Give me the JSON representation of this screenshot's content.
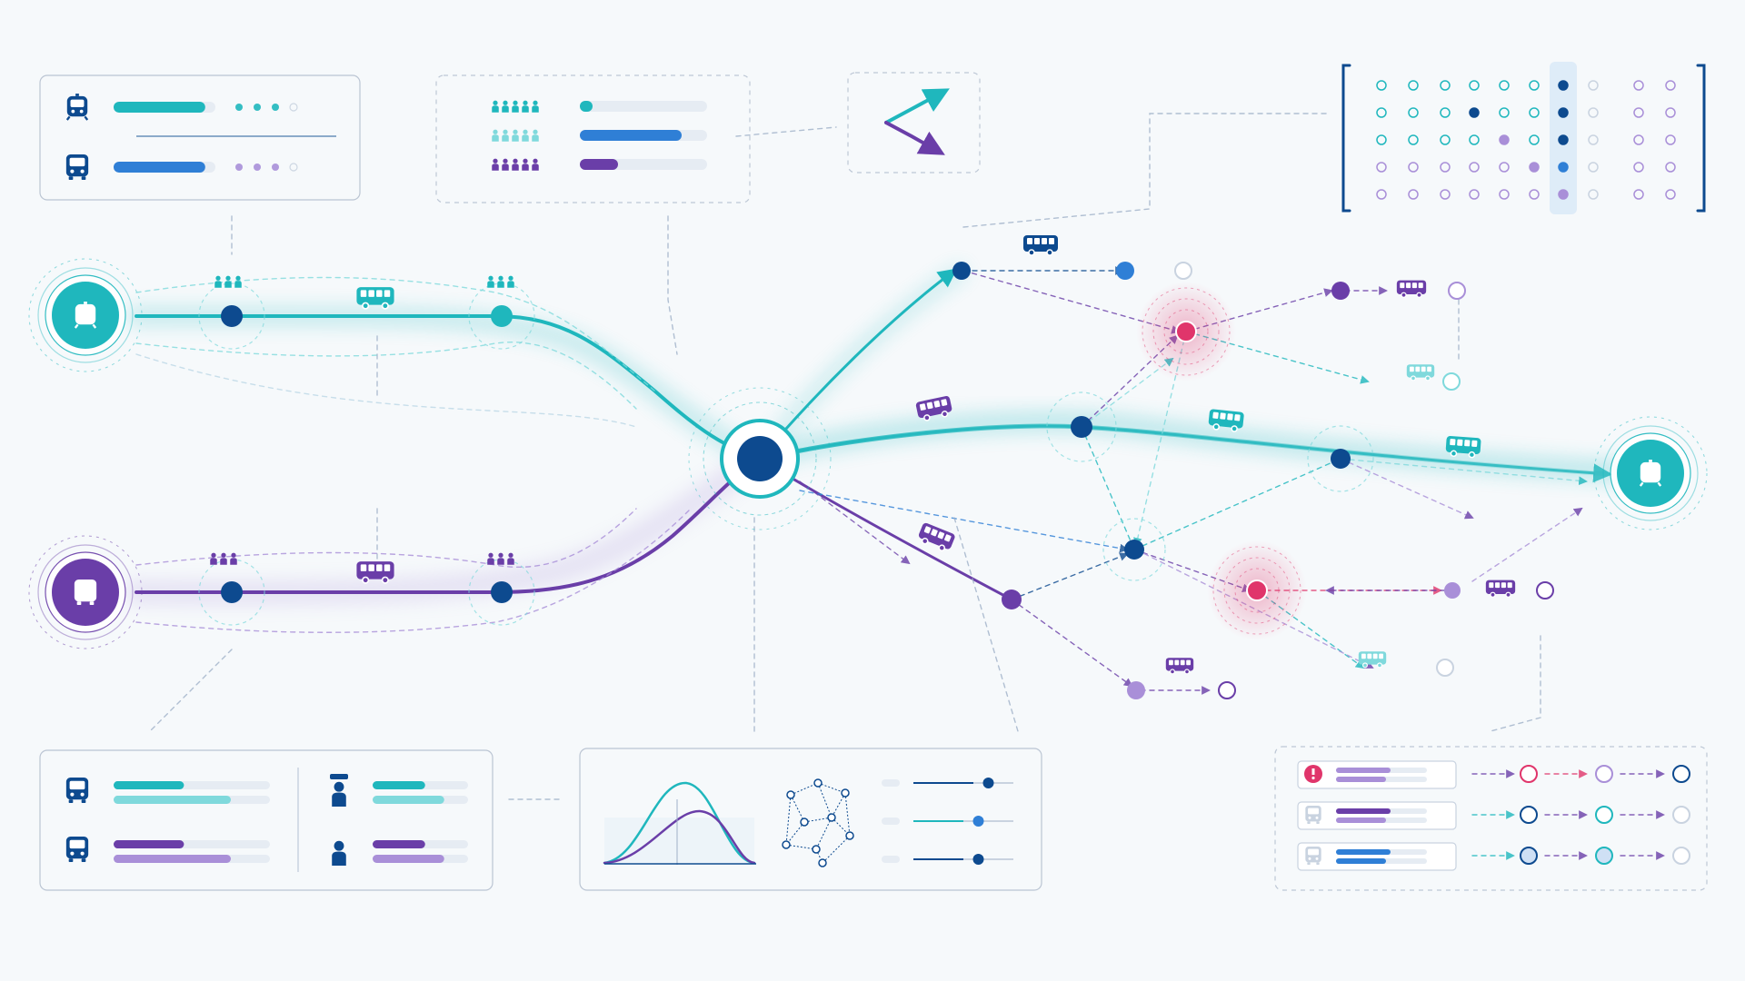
{
  "colors": {
    "background": "#f6f9fb",
    "teal": "#1fb7bd",
    "teal_light": "#7fd9dc",
    "navy": "#0d4a8f",
    "blue": "#2f7fd6",
    "purple": "#6a3ea8",
    "purple_light": "#a98fd8",
    "alert": "#e0356b",
    "panel_border": "#a7b3c6",
    "faint": "#c9d3e0"
  },
  "icons": {
    "bus": "bus-icon",
    "tram": "tram-icon",
    "person": "person-icon",
    "officer": "officer-icon",
    "alert": "alert-icon",
    "network": "network-graph-icon",
    "distribution": "distribution-curve-icon",
    "arrows": "diverging-arrows-icon"
  },
  "panels": {
    "vehicle_status": {
      "rows": [
        {
          "icon": "tram-icon",
          "fill": 0.9,
          "color": "#1fb7bd"
        },
        {
          "icon": "bus-icon",
          "fill": 0.9,
          "color": "#2f7fd6"
        }
      ]
    },
    "passenger_load": {
      "rows": [
        {
          "color": "#1fb7bd",
          "fill": 0.1
        },
        {
          "color": "#1fb7bd",
          "fill": 0.8
        },
        {
          "color": "#6a3ea8",
          "fill": 0.3
        }
      ]
    },
    "fleet_staff": {
      "rows": [
        {
          "icon": "bus-icon",
          "fill": 0.45,
          "color": "#1fb7bd"
        },
        {
          "icon": "bus-icon",
          "fill": 0.45,
          "color": "#6a3ea8"
        },
        {
          "icon": "officer-icon",
          "fill": 0.55,
          "color": "#1fb7bd"
        },
        {
          "icon": "person-icon",
          "fill": 0.55,
          "color": "#6a3ea8"
        }
      ]
    },
    "sliders": {
      "values": [
        0.6,
        0.5,
        0.5
      ]
    },
    "alerts_queue": {
      "rows": [
        {
          "icon": "alert-icon",
          "color": "#e0356b"
        },
        {
          "icon": "bus-icon",
          "color": "#1fb7bd"
        },
        {
          "icon": "bus-icon",
          "color": "#2f7fd6"
        }
      ]
    }
  }
}
